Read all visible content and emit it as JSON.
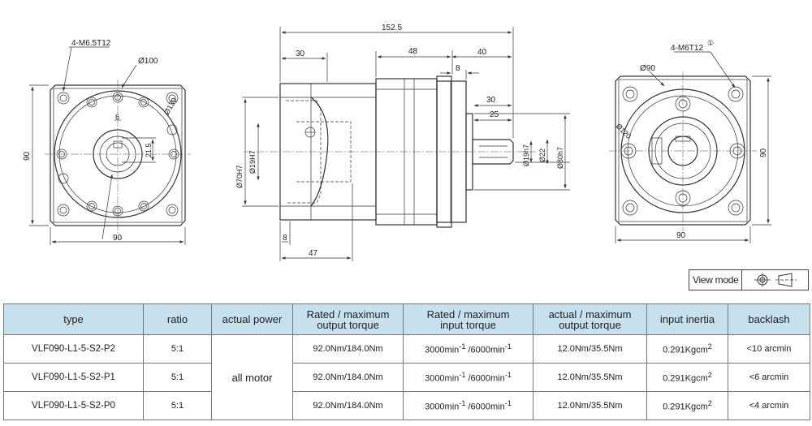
{
  "drawing": {
    "front_left": {
      "hole_note": "4-M6.5T12",
      "pcd": "Ø100",
      "bore": "Ø130",
      "key_width": "6",
      "key_height": "21.5",
      "height": "90",
      "width": "90"
    },
    "side": {
      "total_length": "152.5",
      "flange_length": "30",
      "body_length": "48",
      "shaft_length": "40",
      "step": "8",
      "shaft_inner_30": "30",
      "shaft_inner_25": "25",
      "d_input_housing": "Ø70H7",
      "d_input_bore": "Ø19H7",
      "d_shaft": "Ø19h7",
      "d_shaft_outer": "Ø22",
      "d_pilot": "Ø80h7",
      "bottom_8": "8",
      "bottom_47": "47"
    },
    "front_right": {
      "hole_note": "4-M6T12",
      "pcd": "Ø90",
      "circle": "Ø120",
      "height": "90",
      "width": "90"
    }
  },
  "view_mode": {
    "label": "View mode",
    "first_angle_icon": "first-angle-projection-icon"
  },
  "table": {
    "headers": {
      "type": "type",
      "ratio": "ratio",
      "power": "actual power",
      "rated_out_1": "Rated / maximum",
      "rated_out_2": "output torque",
      "rated_in_1": "Rated / maximum",
      "rated_in_2": "input torque",
      "actual_out_1": "actual / maximum",
      "actual_out_2": "output torque",
      "inertia": "input inertia",
      "backlash": "backlash"
    },
    "power_value": "all motor",
    "rows": [
      {
        "type": "VLF090-L1-5-S2-P2",
        "ratio": "5:1",
        "rated_output": "92.0Nm/184.0Nm",
        "input_a": "3000min",
        "input_b": " /6000min",
        "exp": "-1",
        "actual_output": "12.0Nm/35.5Nm",
        "inertia": "0.291Kgcm",
        "inertia_exp": "2",
        "backlash": "<10 arcmin"
      },
      {
        "type": "VLF090-L1-5-S2-P1",
        "ratio": "5:1",
        "rated_output": "92.0Nm/184.0Nm",
        "input_a": "3000min",
        "input_b": " /6000min",
        "exp": "-1",
        "actual_output": "12.0Nm/35.5Nm",
        "inertia": "0.291Kgcm",
        "inertia_exp": "2",
        "backlash": "<6 arcmin"
      },
      {
        "type": "VLF090-L1-5-S2-P0",
        "ratio": "5:1",
        "rated_output": "92.0Nm/184.0Nm",
        "input_a": "3000min",
        "input_b": " /6000min",
        "exp": "-1",
        "actual_output": "12.0Nm/35.5Nm",
        "inertia": "0.291Kgcm",
        "inertia_exp": "2",
        "backlash": "<4 arcmin"
      }
    ]
  }
}
